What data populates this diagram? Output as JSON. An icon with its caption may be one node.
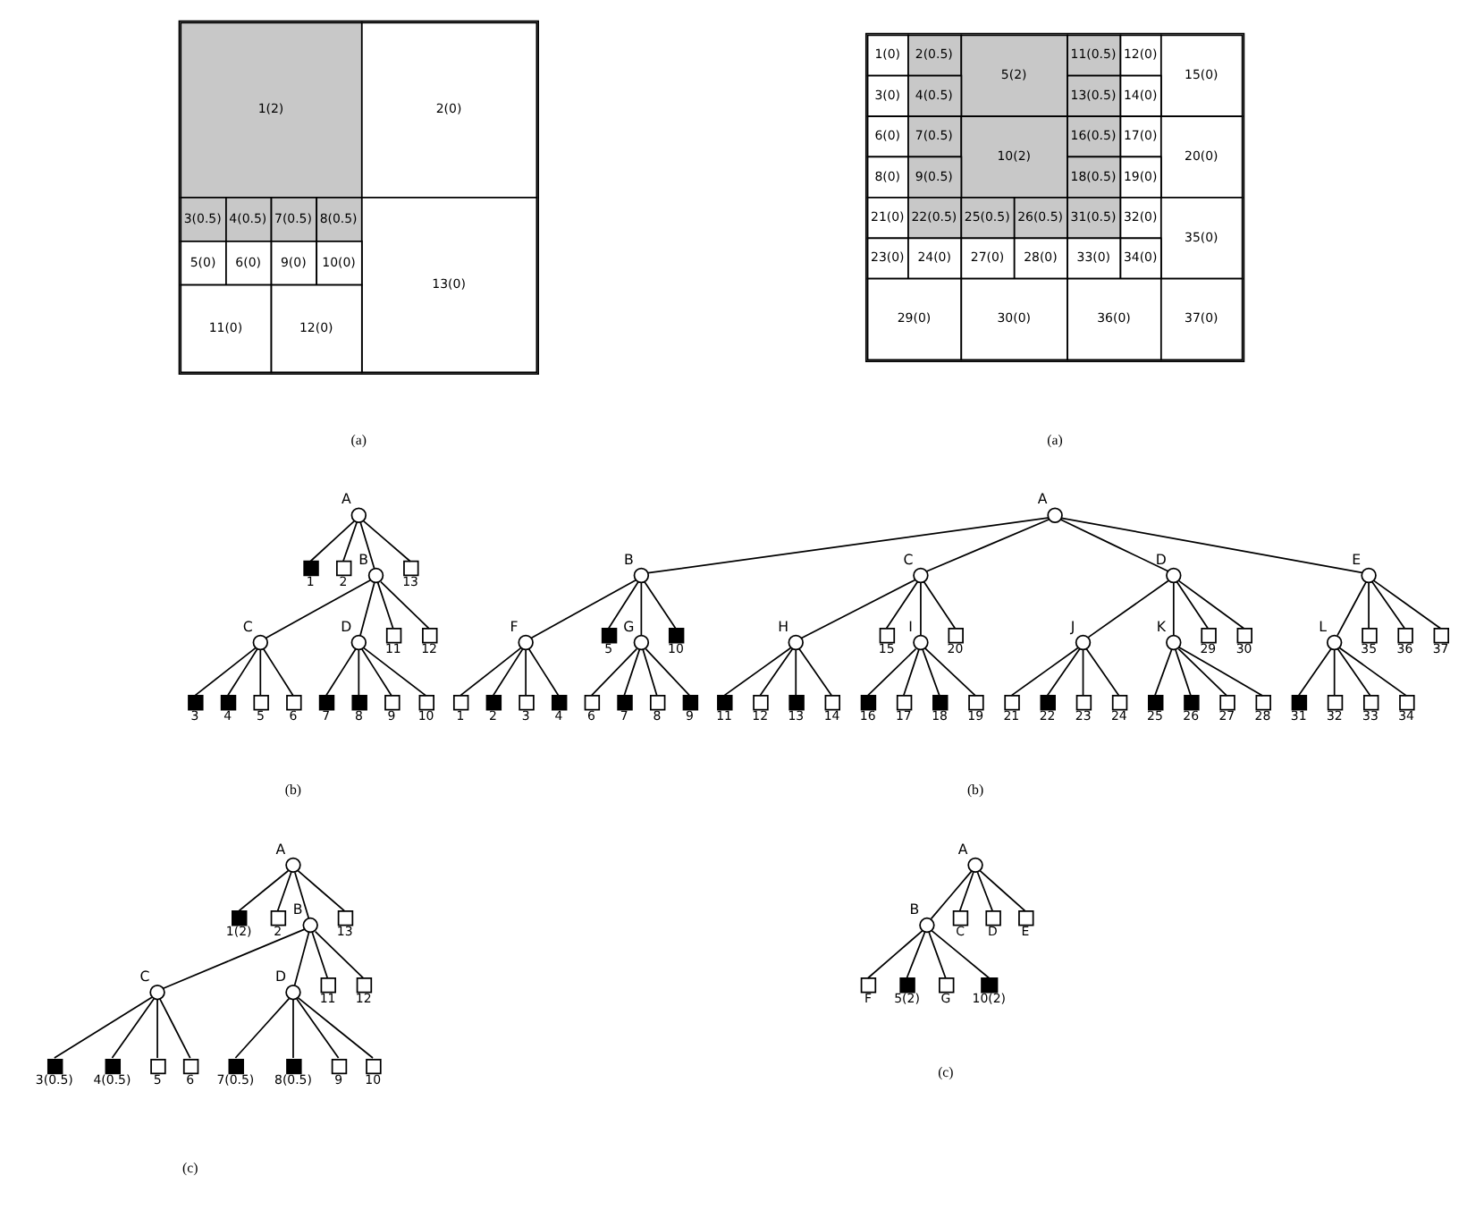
{
  "diagram": {
    "nodes": [
      {
        "text": [
          "1(2)"
        ]
      },
      {
        "text": [
          "2(0)"
        ]
      },
      {
        "text": [
          "3(0.5)"
        ]
      },
      {
        "text": [
          "4(0.5)"
        ]
      },
      {
        "text": [
          "7(0.5)"
        ]
      },
      {
        "text": [
          "8(0.5)"
        ]
      },
      {
        "text": [
          "13(0)"
        ]
      },
      {
        "text": [
          "5(0)"
        ]
      },
      {
        "text": [
          "6(0)"
        ]
      },
      {
        "text": [
          "9(0)"
        ]
      },
      {
        "text": [
          "10(0)"
        ]
      },
      {
        "text": [
          "11(0)"
        ]
      },
      {
        "text": [
          "12(0)"
        ]
      },
      {
        "text": [
          "1(0)"
        ]
      },
      {
        "text": [
          "2(0.5)"
        ]
      },
      {
        "text": [
          "5(2)"
        ]
      },
      {
        "text": [
          "11(0.5)"
        ]
      },
      {
        "text": [
          "12(0)"
        ]
      },
      {
        "text": [
          "15(0)"
        ]
      },
      {
        "text": [
          "3(0)"
        ]
      },
      {
        "text": [
          "4(0.5)"
        ]
      },
      {
        "text": [
          "13(0.5)"
        ]
      },
      {
        "text": [
          "14(0)"
        ]
      },
      {
        "text": [
          "6(0)"
        ]
      },
      {
        "text": [
          "7(0.5)"
        ]
      },
      {
        "text": [
          "10(2)"
        ]
      },
      {
        "text": [
          "16(0.5)"
        ]
      },
      {
        "text": [
          "17(0)"
        ]
      },
      {
        "text": [
          "20(0)"
        ]
      },
      {
        "text": [
          "8(0)"
        ]
      },
      {
        "text": [
          "9(0.5)"
        ]
      },
      {
        "text": [
          "18(0.5)"
        ]
      },
      {
        "text": [
          "19(0)"
        ]
      },
      {
        "text": [
          "21(0)"
        ]
      },
      {
        "text": [
          "22(0.5)"
        ]
      },
      {
        "text": [
          "25(0.5)"
        ]
      },
      {
        "text": [
          "26(0.5)"
        ]
      },
      {
        "text": [
          "31(0.5)"
        ]
      },
      {
        "text": [
          "32(0)"
        ]
      },
      {
        "text": [
          "35(0)"
        ]
      },
      {
        "text": [
          "23(0)"
        ]
      },
      {
        "text": [
          "24(0)"
        ]
      },
      {
        "text": [
          "27(0)"
        ]
      },
      {
        "text": [
          "28(0)"
        ]
      },
      {
        "text": [
          "33(0)"
        ]
      },
      {
        "text": [
          "34(0)"
        ]
      },
      {
        "text": [
          "29(0)"
        ]
      },
      {
        "text": [
          "30(0)"
        ]
      },
      {
        "text": [
          "36(0)"
        ]
      },
      {
        "text": [
          "37(0)"
        ]
      },
      {
        "text": [
          "A"
        ]
      },
      {
        "text": [
          "1"
        ]
      },
      {
        "text": [
          "2"
        ]
      },
      {
        "text": [
          "B"
        ]
      },
      {
        "text": [
          "13"
        ]
      },
      {
        "text": [
          "C"
        ]
      },
      {
        "text": [
          "D"
        ]
      },
      {
        "text": [
          "11"
        ]
      },
      {
        "text": [
          "12"
        ]
      },
      {
        "text": [
          "3"
        ]
      },
      {
        "text": [
          "4"
        ]
      },
      {
        "text": [
          "5"
        ]
      },
      {
        "text": [
          "6"
        ]
      },
      {
        "text": [
          "7"
        ]
      },
      {
        "text": [
          "8"
        ]
      },
      {
        "text": [
          "9"
        ]
      },
      {
        "text": [
          "10"
        ]
      },
      {
        "text": [
          "A"
        ]
      },
      {
        "text": [
          "B"
        ]
      },
      {
        "text": [
          "C"
        ]
      },
      {
        "text": [
          "D"
        ]
      },
      {
        "text": [
          "E"
        ]
      },
      {
        "text": [
          "F"
        ]
      },
      {
        "text": [
          "5"
        ]
      },
      {
        "text": [
          "G"
        ]
      },
      {
        "text": [
          "10"
        ]
      },
      {
        "text": [
          "H"
        ]
      },
      {
        "text": [
          "15"
        ]
      },
      {
        "text": [
          "I"
        ]
      },
      {
        "text": [
          "20"
        ]
      },
      {
        "text": [
          "J"
        ]
      },
      {
        "text": [
          "K"
        ]
      },
      {
        "text": [
          "29"
        ]
      },
      {
        "text": [
          "30"
        ]
      },
      {
        "text": [
          "L"
        ]
      },
      {
        "text": [
          "35"
        ]
      },
      {
        "text": [
          "36"
        ]
      },
      {
        "text": [
          "37"
        ]
      },
      {
        "text": [
          "1"
        ]
      },
      {
        "text": [
          "2"
        ]
      },
      {
        "text": [
          "3"
        ]
      },
      {
        "text": [
          "4"
        ]
      },
      {
        "text": [
          "6"
        ]
      },
      {
        "text": [
          "7"
        ]
      },
      {
        "text": [
          "8"
        ]
      },
      {
        "text": [
          "9"
        ]
      },
      {
        "text": [
          "11"
        ]
      },
      {
        "text": [
          "12"
        ]
      },
      {
        "text": [
          "13"
        ]
      },
      {
        "text": [
          "14"
        ]
      },
      {
        "text": [
          "16"
        ]
      },
      {
        "text": [
          "17"
        ]
      },
      {
        "text": [
          "18"
        ]
      },
      {
        "text": [
          "19"
        ]
      },
      {
        "text": [
          "21"
        ]
      },
      {
        "text": [
          "22"
        ]
      },
      {
        "text": [
          "23"
        ]
      },
      {
        "text": [
          "24"
        ]
      },
      {
        "text": [
          "25"
        ]
      },
      {
        "text": [
          "26"
        ]
      },
      {
        "text": [
          "27"
        ]
      },
      {
        "text": [
          "28"
        ]
      },
      {
        "text": [
          "31"
        ]
      },
      {
        "text": [
          "32"
        ]
      },
      {
        "text": [
          "33"
        ]
      },
      {
        "text": [
          "34"
        ]
      },
      {
        "text": [
          "A"
        ]
      },
      {
        "text": [
          "1(2)"
        ]
      },
      {
        "text": [
          "2"
        ]
      },
      {
        "text": [
          "B"
        ]
      },
      {
        "text": [
          "13"
        ]
      },
      {
        "text": [
          "C"
        ]
      },
      {
        "text": [
          "D"
        ]
      },
      {
        "text": [
          "11"
        ]
      },
      {
        "text": [
          "12"
        ]
      },
      {
        "text": [
          "3(0.5)"
        ]
      },
      {
        "text": [
          "4(0.5)"
        ]
      },
      {
        "text": [
          "5"
        ]
      },
      {
        "text": [
          "6"
        ]
      },
      {
        "text": [
          "7(0.5)"
        ]
      },
      {
        "text": [
          "8(0.5)"
        ]
      },
      {
        "text": [
          "9"
        ]
      },
      {
        "text": [
          "10"
        ]
      },
      {
        "text": [
          "A"
        ]
      },
      {
        "text": [
          "B"
        ]
      },
      {
        "text": [
          "C"
        ]
      },
      {
        "text": [
          "D"
        ]
      },
      {
        "text": [
          "E"
        ]
      },
      {
        "text": [
          "F"
        ]
      },
      {
        "text": [
          "5(2)"
        ]
      },
      {
        "text": [
          "G"
        ]
      },
      {
        "text": [
          "10(2)"
        ]
      }
    ],
    "edges": [
      {
        "from": 50,
        "to": 51,
        "arrow": "none"
      },
      {
        "from": 50,
        "to": 52,
        "arrow": "none"
      },
      {
        "from": 50,
        "to": 53,
        "arrow": "none"
      },
      {
        "from": 50,
        "to": 54,
        "arrow": "none"
      },
      {
        "from": 53,
        "to": 55,
        "arrow": "none"
      },
      {
        "from": 53,
        "to": 56,
        "arrow": "none"
      },
      {
        "from": 53,
        "to": 57,
        "arrow": "none"
      },
      {
        "from": 53,
        "to": 58,
        "arrow": "none"
      },
      {
        "from": 55,
        "to": 59,
        "arrow": "none"
      },
      {
        "from": 55,
        "to": 60,
        "arrow": "none"
      },
      {
        "from": 55,
        "to": 61,
        "arrow": "none"
      },
      {
        "from": 55,
        "to": 62,
        "arrow": "none"
      },
      {
        "from": 56,
        "to": 63,
        "arrow": "none"
      },
      {
        "from": 56,
        "to": 64,
        "arrow": "none"
      },
      {
        "from": 56,
        "to": 65,
        "arrow": "none"
      },
      {
        "from": 56,
        "to": 66,
        "arrow": "none"
      },
      {
        "from": 67,
        "to": 68,
        "arrow": "none"
      },
      {
        "from": 67,
        "to": 69,
        "arrow": "none"
      },
      {
        "from": 67,
        "to": 70,
        "arrow": "none"
      },
      {
        "from": 67,
        "to": 71,
        "arrow": "none"
      },
      {
        "from": 68,
        "to": 72,
        "arrow": "none"
      },
      {
        "from": 68,
        "to": 73,
        "arrow": "none"
      },
      {
        "from": 68,
        "to": 74,
        "arrow": "none"
      },
      {
        "from": 68,
        "to": 75,
        "arrow": "none"
      },
      {
        "from": 69,
        "to": 76,
        "arrow": "none"
      },
      {
        "from": 69,
        "to": 77,
        "arrow": "none"
      },
      {
        "from": 69,
        "to": 78,
        "arrow": "none"
      },
      {
        "from": 69,
        "to": 79,
        "arrow": "none"
      },
      {
        "from": 70,
        "to": 80,
        "arrow": "none"
      },
      {
        "from": 70,
        "to": 81,
        "arrow": "none"
      },
      {
        "from": 70,
        "to": 82,
        "arrow": "none"
      },
      {
        "from": 70,
        "to": 83,
        "arrow": "none"
      },
      {
        "from": 71,
        "to": 84,
        "arrow": "none"
      },
      {
        "from": 71,
        "to": 85,
        "arrow": "none"
      },
      {
        "from": 71,
        "to": 86,
        "arrow": "none"
      },
      {
        "from": 71,
        "to": 87,
        "arrow": "none"
      },
      {
        "from": 72,
        "to": 88,
        "arrow": "none"
      },
      {
        "from": 72,
        "to": 89,
        "arrow": "none"
      },
      {
        "from": 72,
        "to": 90,
        "arrow": "none"
      },
      {
        "from": 72,
        "to": 91,
        "arrow": "none"
      },
      {
        "from": 74,
        "to": 92,
        "arrow": "none"
      },
      {
        "from": 74,
        "to": 93,
        "arrow": "none"
      },
      {
        "from": 74,
        "to": 94,
        "arrow": "none"
      },
      {
        "from": 74,
        "to": 95,
        "arrow": "none"
      },
      {
        "from": 76,
        "to": 96,
        "arrow": "none"
      },
      {
        "from": 76,
        "to": 97,
        "arrow": "none"
      },
      {
        "from": 76,
        "to": 98,
        "arrow": "none"
      },
      {
        "from": 76,
        "to": 99,
        "arrow": "none"
      },
      {
        "from": 78,
        "to": 100,
        "arrow": "none"
      },
      {
        "from": 78,
        "to": 101,
        "arrow": "none"
      },
      {
        "from": 78,
        "to": 102,
        "arrow": "none"
      },
      {
        "from": 78,
        "to": 103,
        "arrow": "none"
      },
      {
        "from": 80,
        "to": 104,
        "arrow": "none"
      },
      {
        "from": 80,
        "to": 105,
        "arrow": "none"
      },
      {
        "from": 80,
        "to": 106,
        "arrow": "none"
      },
      {
        "from": 80,
        "to": 107,
        "arrow": "none"
      },
      {
        "from": 81,
        "to": 108,
        "arrow": "none"
      },
      {
        "from": 81,
        "to": 109,
        "arrow": "none"
      },
      {
        "from": 81,
        "to": 110,
        "arrow": "none"
      },
      {
        "from": 81,
        "to": 111,
        "arrow": "none"
      },
      {
        "from": 84,
        "to": 112,
        "arrow": "none"
      },
      {
        "from": 84,
        "to": 113,
        "arrow": "none"
      },
      {
        "from": 84,
        "to": 114,
        "arrow": "none"
      },
      {
        "from": 84,
        "to": 115,
        "arrow": "none"
      },
      {
        "from": 116,
        "to": 117,
        "arrow": "none"
      },
      {
        "from": 116,
        "to": 118,
        "arrow": "none"
      },
      {
        "from": 116,
        "to": 119,
        "arrow": "none"
      },
      {
        "from": 116,
        "to": 120,
        "arrow": "none"
      },
      {
        "from": 119,
        "to": 121,
        "arrow": "none"
      },
      {
        "from": 119,
        "to": 122,
        "arrow": "none"
      },
      {
        "from": 119,
        "to": 123,
        "arrow": "none"
      },
      {
        "from": 119,
        "to": 124,
        "arrow": "none"
      },
      {
        "from": 121,
        "to": 125,
        "arrow": "none"
      },
      {
        "from": 121,
        "to": 126,
        "arrow": "none"
      },
      {
        "from": 121,
        "to": 127,
        "arrow": "none"
      },
      {
        "from": 121,
        "to": 128,
        "arrow": "none"
      },
      {
        "from": 122,
        "to": 129,
        "arrow": "none"
      },
      {
        "from": 122,
        "to": 130,
        "arrow": "none"
      },
      {
        "from": 122,
        "to": 131,
        "arrow": "none"
      },
      {
        "from": 122,
        "to": 132,
        "arrow": "none"
      },
      {
        "from": 133,
        "to": 134,
        "arrow": "none"
      },
      {
        "from": 133,
        "to": 135,
        "arrow": "none"
      },
      {
        "from": 133,
        "to": 136,
        "arrow": "none"
      },
      {
        "from": 133,
        "to": 137,
        "arrow": "none"
      },
      {
        "from": 134,
        "to": 138,
        "arrow": "none"
      },
      {
        "from": 134,
        "to": 139,
        "arrow": "none"
      },
      {
        "from": 134,
        "to": 140,
        "arrow": "none"
      },
      {
        "from": 134,
        "to": 141,
        "arrow": "none"
      }
    ],
    "labels": [
      "(a)",
      "(a)",
      "(b)",
      "(b)",
      "(c)",
      "(c)"
    ]
  }
}
